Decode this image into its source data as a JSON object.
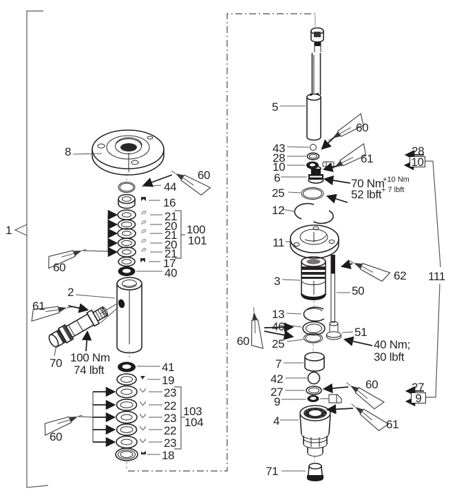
{
  "labels": {
    "group": "1",
    "p2": "2",
    "p3": "3",
    "p4": "4",
    "p5": "5",
    "p6": "6",
    "p7": "7",
    "p8": "8",
    "p9": "9",
    "p10": "10",
    "p11": "11",
    "p12": "12",
    "p13": "13",
    "p16": "16",
    "p17": "17",
    "p18": "18",
    "p19": "19",
    "p20": "20",
    "p21": "21",
    "p22": "22",
    "p23": "23",
    "p25": "25",
    "p27": "27",
    "p28": "28",
    "p40": "40",
    "p41": "41",
    "p42": "42",
    "p43": "43",
    "p44": "44",
    "p46": "46",
    "p50": "50",
    "p51": "51",
    "p60": "60",
    "p61": "61",
    "p62": "62",
    "p70": "70",
    "p71": "71",
    "p100": "100",
    "p101": "101",
    "p103": "103",
    "p104": "104",
    "p111": "111"
  },
  "torques": {
    "fitting_nm": "100 Nm",
    "fitting_lbft": "74 lbft",
    "gland_nm": "70 Nm",
    "gland_nm_plus": "+10 Nm",
    "gland_lbft": "52 lbft",
    "gland_lbft_plus": "+ 7 lbft",
    "bolt_nm": "40 Nm;",
    "bolt_lbft": "30 lbft"
  }
}
